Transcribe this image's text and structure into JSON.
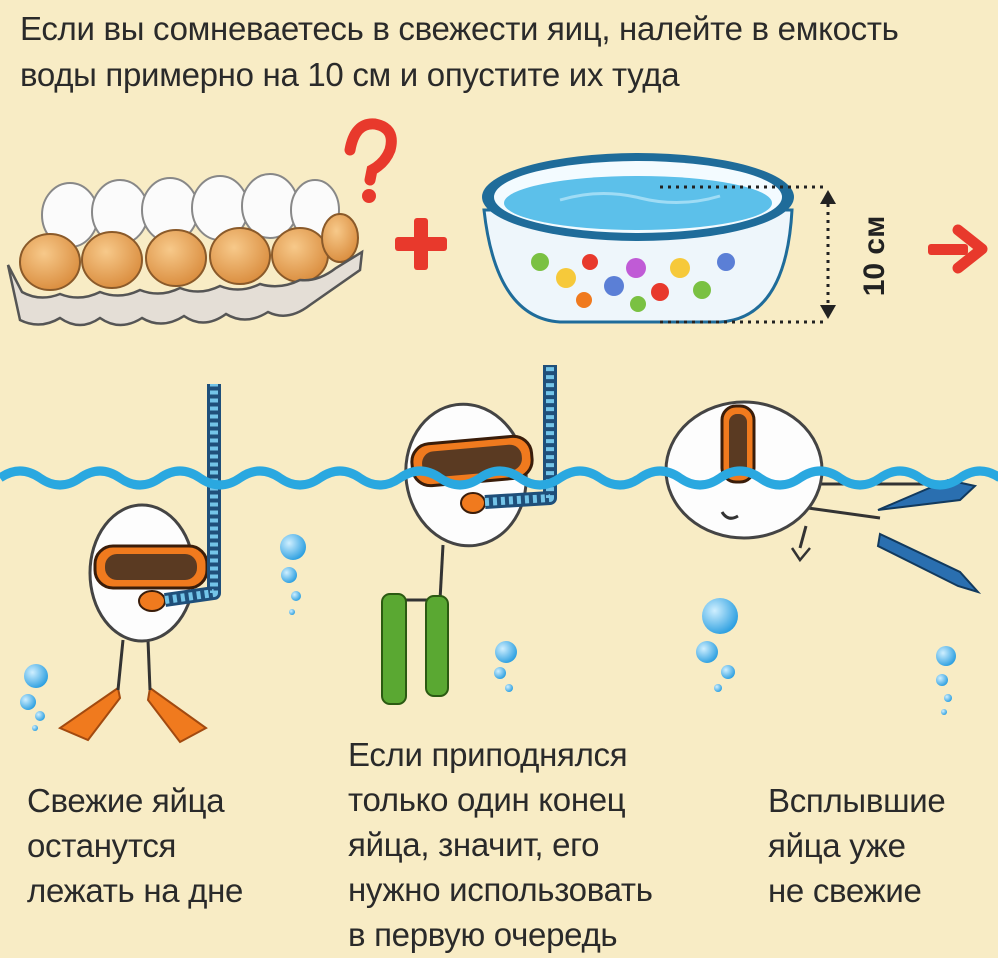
{
  "header": {
    "line1": "Если вы сомневаетесь в свежести яиц, налейте в емкость",
    "line2": "воды примерно на 10 см и опустите их туда"
  },
  "measure_label": "10 см",
  "captions": {
    "fresh": [
      "Свежие яйца",
      "останутся",
      "лежать на дне"
    ],
    "medium": [
      "Если приподнялся",
      "только один конец",
      "яйца, значит, его",
      "нужно использовать",
      "в первую очередь"
    ],
    "floating": [
      "Всплывшие",
      "яйца уже",
      "не свежие"
    ]
  },
  "icons": [
    "question-mark-icon",
    "plus-icon",
    "arrow-right-icon"
  ],
  "colors": {
    "background": "#f8ecc5",
    "water": "#2aa8e0",
    "accent_red": "#e8392c",
    "bowl_rim": "#1f6c9a",
    "fin_orange": "#f07a1e",
    "fin_green": "#5aa832",
    "fin_blue": "#2a6fb0"
  }
}
